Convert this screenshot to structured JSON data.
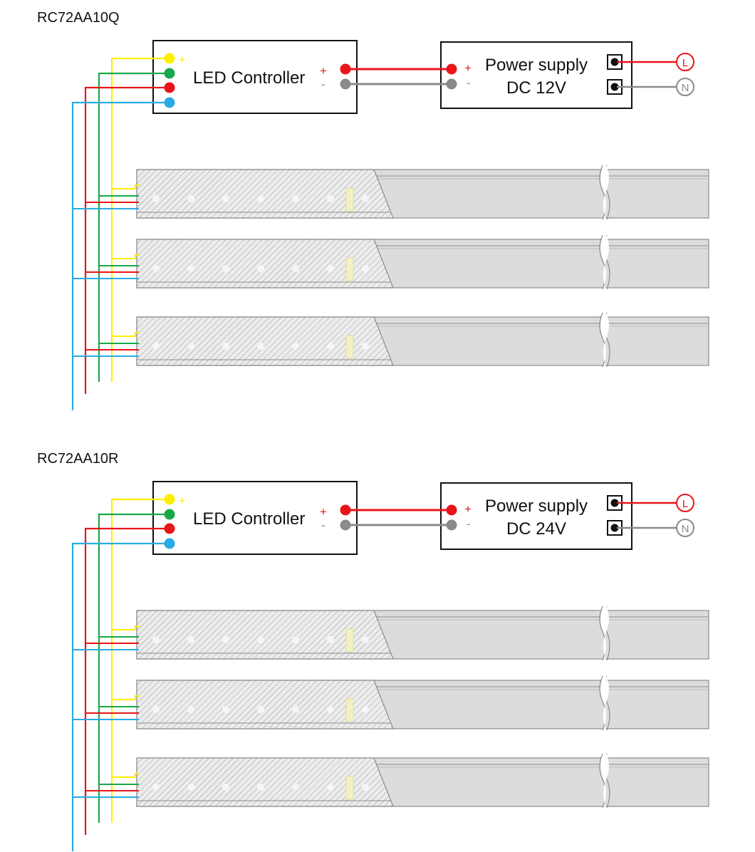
{
  "colors": {
    "yellow": "#ffee00",
    "green": "#1aa84a",
    "red": "#e8151b",
    "blue": "#29abe2",
    "gray": "#8a8a8a",
    "black": "#111111",
    "strip_fill": "#dcdcdc",
    "strip_stroke": "#8c8c8c"
  },
  "diagrams": [
    {
      "model": "RC72AA10Q",
      "controller": {
        "label": "LED Controller",
        "plus": "+",
        "minus": "-",
        "port_plus": "+"
      },
      "power_supply": {
        "line1": "Power supply",
        "line2": "DC 12V",
        "plus": "+",
        "minus": "-"
      },
      "mains": {
        "live": "L",
        "neutral": "N"
      },
      "strip_count": 3
    },
    {
      "model": "RC72AA10R",
      "controller": {
        "label": "LED Controller",
        "plus": "+",
        "minus": "-",
        "port_plus": "+"
      },
      "power_supply": {
        "line1": "Power supply",
        "line2": "DC 24V",
        "plus": "+",
        "minus": "-"
      },
      "mains": {
        "live": "L",
        "neutral": "N"
      },
      "strip_count": 3
    }
  ]
}
